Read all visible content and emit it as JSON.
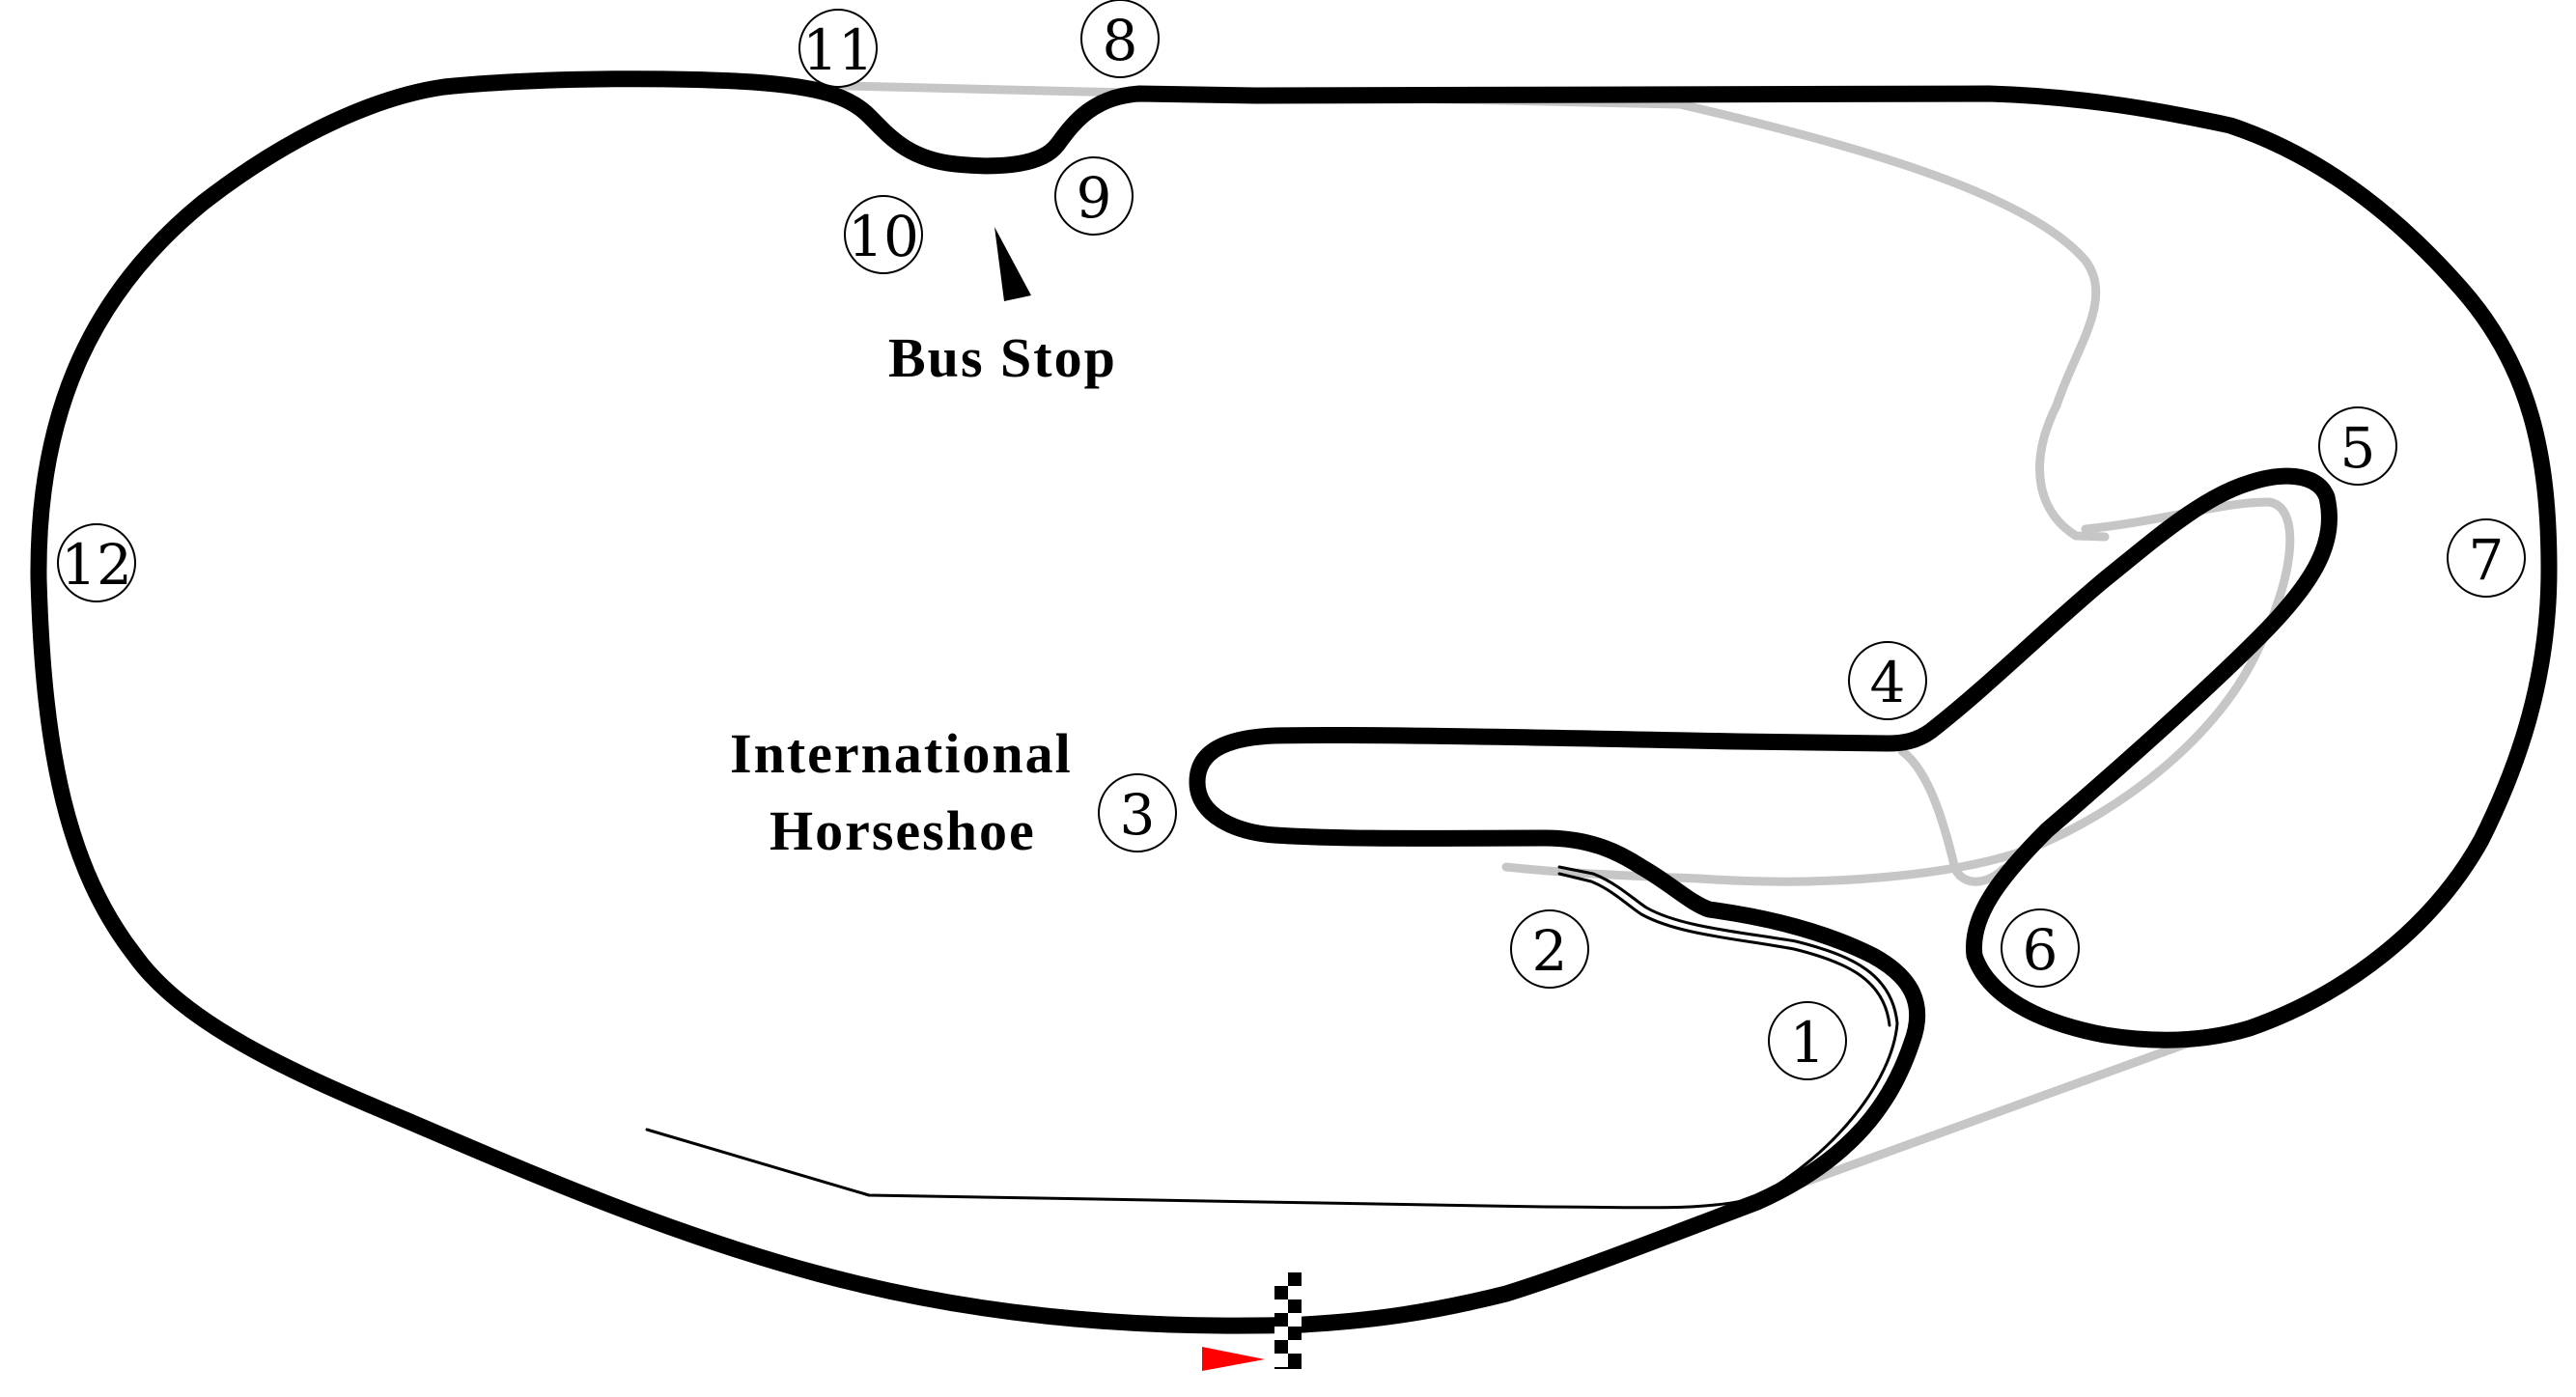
{
  "map": {
    "labels": {
      "bus_stop": "Bus Stop",
      "international_horseshoe_line1": "International",
      "international_horseshoe_line2": "Horseshoe"
    },
    "turns": [
      "1",
      "2",
      "3",
      "4",
      "5",
      "6",
      "7",
      "8",
      "9",
      "10",
      "11",
      "12"
    ],
    "colors": {
      "main_track": "#000000",
      "alternate_track": "#c6c6c6",
      "start_arrow": "#ff0000"
    },
    "icons": [
      "start-finish-checkered-flag-icon",
      "start-direction-arrow-icon",
      "bus-stop-pointer-icon"
    ]
  }
}
